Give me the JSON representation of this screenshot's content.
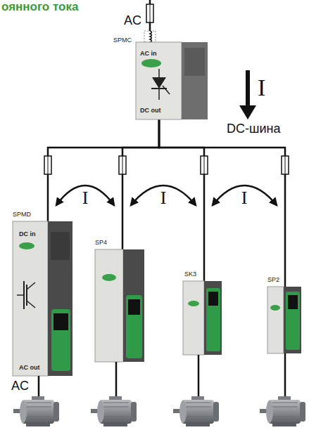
{
  "diagram": {
    "title": "оянного тока",
    "nodes": [
      {
        "text": [
          "SPMC",
          "AC in",
          "DC out"
        ]
      },
      {
        "text": [
          "SPMD",
          "DC in",
          "AC out"
        ]
      },
      {
        "text": [
          "SP4"
        ]
      },
      {
        "text": [
          "SK3"
        ]
      },
      {
        "text": [
          "SP2"
        ]
      }
    ],
    "edges": [
      {
        "from": 0,
        "to": 1,
        "arrow": "none"
      },
      {
        "from": 0,
        "to": 2,
        "arrow": "none"
      },
      {
        "from": 0,
        "to": 3,
        "arrow": "none"
      },
      {
        "from": 0,
        "to": 4,
        "arrow": "none"
      }
    ],
    "labels": [
      "AC",
      "I",
      "DC-шина",
      "I",
      "I",
      "I",
      "AC"
    ]
  }
}
